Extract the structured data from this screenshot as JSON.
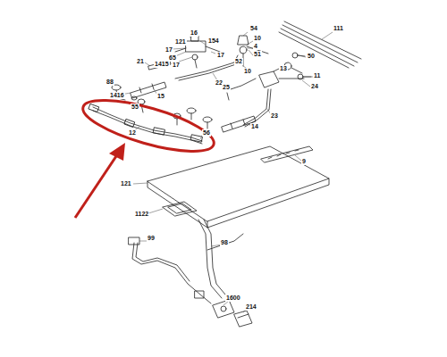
{
  "diagram": {
    "labels": [
      "111",
      "16",
      "54",
      "121",
      "154",
      "10",
      "4",
      "17",
      "17",
      "51",
      "65",
      "17",
      "50",
      "21",
      "1415",
      "52",
      "10",
      "13",
      "11",
      "22",
      "88",
      "25",
      "24",
      "1416",
      "15",
      "55",
      "23",
      "14",
      "12",
      "56",
      "9",
      "121",
      "1122",
      "99",
      "98",
      "1600",
      "214"
    ]
  }
}
